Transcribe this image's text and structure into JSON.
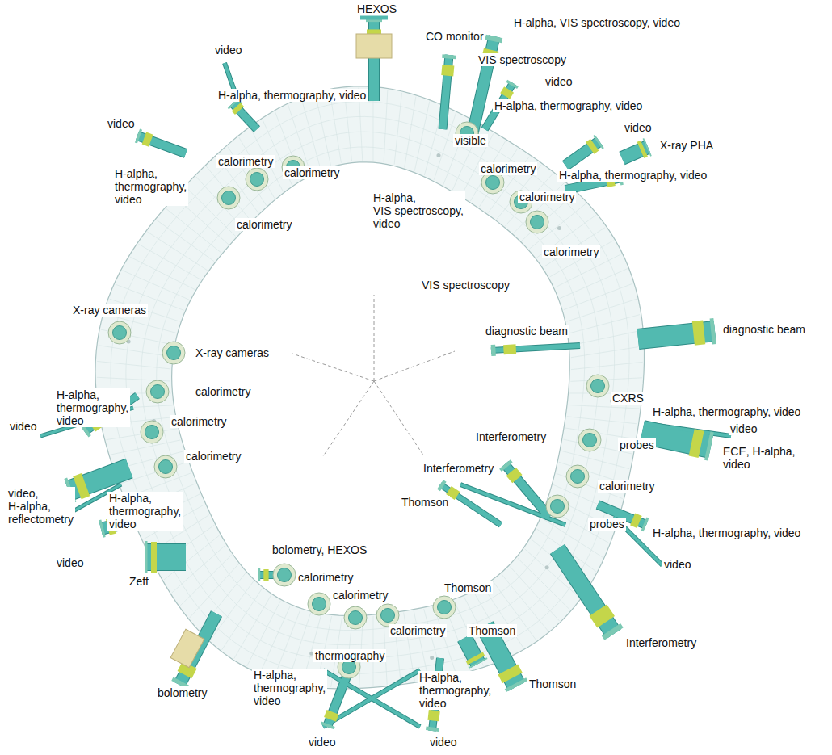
{
  "diagram": {
    "labels": [
      "HEXOS",
      "CO monitor",
      "H-alpha, VIS spectroscopy, video",
      "VIS spectroscopy",
      "video",
      "video",
      "H-alpha, thermography, video",
      "H-alpha, thermography, video",
      "video",
      "video",
      "visible",
      "X-ray PHA",
      "calorimetry",
      "calorimetry",
      "calorimetry",
      "H-alpha, thermography, video",
      "H-alpha, thermography, video",
      "calorimetry",
      "H-alpha, VIS spectroscopy, video",
      "calorimetry",
      "calorimetry",
      "VIS spectroscopy",
      "X-ray cameras",
      "diagnostic beam",
      "diagnostic beam",
      "X-ray cameras",
      "calorimetry",
      "H-alpha, thermography, video",
      "CXRS",
      "H-alpha, thermography, video",
      "calorimetry",
      "video",
      "video",
      "Interferometry",
      "ECE, H-alpha, video",
      "probes",
      "calorimetry",
      "Interferometry",
      "calorimetry",
      "video, H-alpha, reflectometry",
      "Thomson",
      "H-alpha, thermography, video",
      "probes",
      "H-alpha, thermography, video",
      "bolometry, HEXOS",
      "video",
      "video",
      "Zeff",
      "calorimetry",
      "calorimetry",
      "Thomson",
      "calorimetry",
      "Thomson",
      "Interferometry",
      "thermography",
      "H-alpha, thermography, video",
      "H-alpha, thermography, video",
      "Thomson",
      "bolometry",
      "video",
      "video"
    ]
  }
}
